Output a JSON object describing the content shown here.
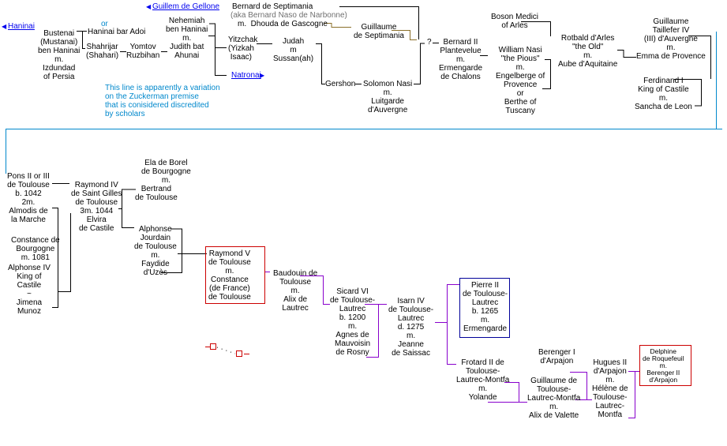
{
  "nodes": {
    "guillem_gellone": "Guillem de Gellone",
    "bernard_septimania": "Bernard de Septimania",
    "aka_bernard": "(aka Bernard Naso de Narbonne)",
    "m_dhouda": "m.  Dhouda de Gascogne",
    "guillaume_septimania": "Guillaume\nde Septimania",
    "hanina": "Haninai",
    "bustenai": "Bustenai\n(Mustanai)\nben Haninai\nm.\nIzdundad\nof Persia",
    "or": "or",
    "haninai_bar_adoi": "Haninai bar Adoi",
    "shahrijar": "Shahrijar\n(Shahari)",
    "yomtov": "Yomtov\nRuzbihan",
    "nehemiah": "Nehemiah\nben Haninai\nm.\nJudith bat\nAhunai",
    "yitzchak": "Yitzchak\n(Yizkah\n Isaac)",
    "judah": "Judah\nm\nSussan(ah)",
    "natronai": "Natronai",
    "gershon": "Gershon",
    "solomon_nasi": "Solomon Nasi\nm.\nLuitgarde\nd'Auvergne",
    "q": "?",
    "bernard_ii": "Bernard II\nPlantevelue\nm.\nErmengarde\nde Chalons",
    "boson": "Boson Medici\nof Arles",
    "william_nasi": "William Nasi\n\"the Pious\"\nm.\nEngelberge of\nProvence\nor\nBerthe of\nTuscany",
    "rotbald": "Rotbald d'Arles\n\"the Old\"\nm.\nAube d'Aquitaine",
    "guillaume_taillefer": "Guillaume\nTaillefer IV\n(III) d'Auvergne\nm.\nEmma de Provence",
    "ferdinand": "Ferdinand I\nKing of Castile\nm.\nSancha de Leon",
    "note": "This line is apparently a variation\non the Zuckerman premise\nthat is conisidered discredited\nby scholars",
    "pons": "Pons II or III\nde Toulouse\nb. 1042\n2m.\nAlmodis de\nla Marche",
    "raymond_iv": "Raymond IV\nde Saint Gilles\nde Toulouse\n3m. 1044\nElvira\nde Castile",
    "ela": "Ela de Borel\nde Bourgogne\nm.",
    "bertrand": "Bertrand\nde Toulouse",
    "constance_bourgogne": "Constance de\nBourgogne\nm. 1081",
    "alphonse_vi": "Alphonse IV\nKing of\nCastile\n~\nJimena\nMunoz",
    "alphonse_jourdain": "Alphonse\nJourdain\nde Toulouse\nm.\nFaydide\nd'Uzès",
    "raymond_v": "Raymond V\nde Toulouse\nm.\nConstance\n(de France)\nde Toulouse",
    "baudouin": "Baudouin de\nToulouse\nm.\nAlix de\nLautrec",
    "sicard": "Sicard VI\nde Toulouse-\nLautrec\nb. 1200\nm.\nAgnes de\nMauvoisin\nde Rosny",
    "isarn": "Isarn IV\nde Toulouse-\nLautrec\nd. 1275\nm.\nJeanne\nde Saissac",
    "pierre": "Pierre II\nde Toulouse-\nLautrec\nb. 1265\nm.\nErmengarde",
    "frotard": "Frotard II de\nToulouse-\nLautrec-Montfa\nm.\nYolande",
    "guillaume_tlm": "Guillaume de\nToulouse-\nLautrec-Montfa\nm.\nAlix de Valette",
    "berenger_i": "Berenger I\nd'Arpajon",
    "hugues": "Hugues II\nd'Arpajon\nm.\nHélène de\nToulouse-\nLautrec-\nMontfa",
    "delphine": "Delphine\nde Roquefeuil\nm.\nBerenger II\nd'Arpajon"
  },
  "colors": {
    "line": "#000000",
    "link": "#0000ee",
    "blue_line": "#0088cc",
    "olive_line": "#8b6f2a",
    "purple_line": "#8800cc",
    "red_box": "#cc0000",
    "navy_box": "#000099",
    "note_text": "#0088cc"
  }
}
